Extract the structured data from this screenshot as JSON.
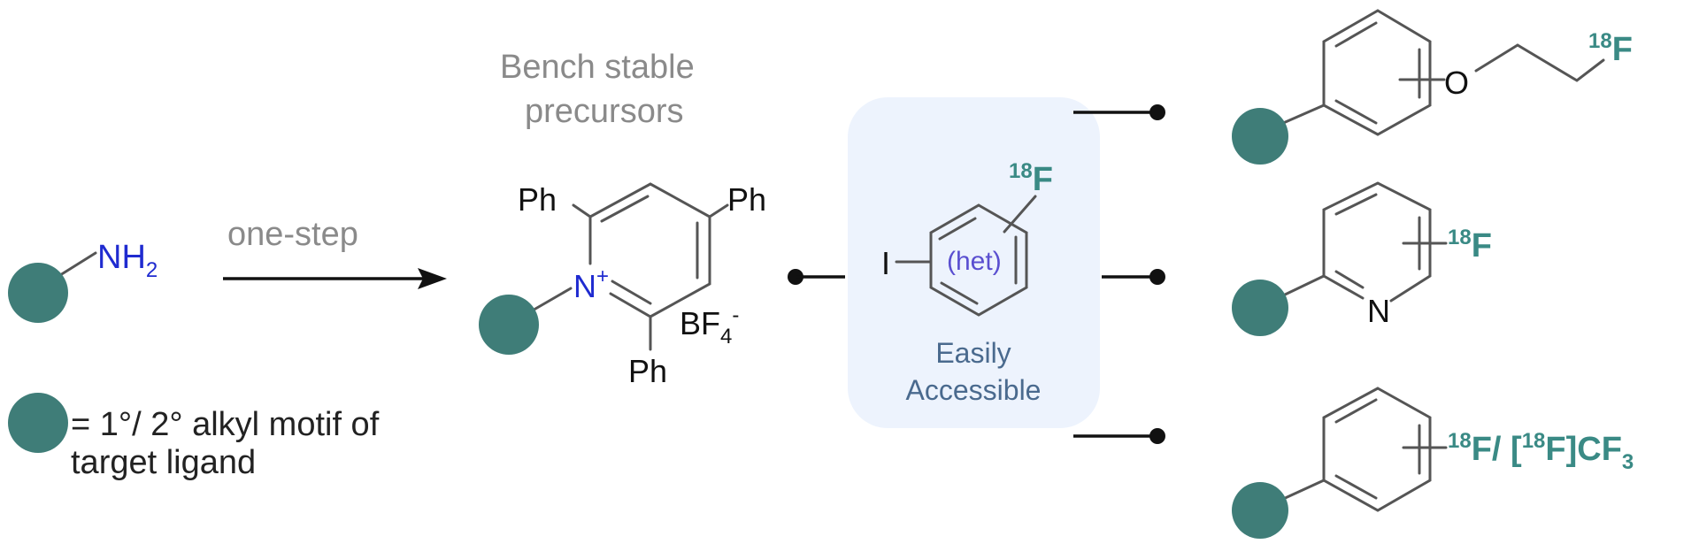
{
  "colors": {
    "motif": "#3f7d78",
    "isotope": "#3a8a85",
    "nitrogen": "#1f2bd0",
    "het": "#5a4fd0",
    "box": "#edf3fd",
    "caption": "#4a6a8e"
  },
  "reagent": {
    "amine_label": "NH",
    "amine_sub": "2"
  },
  "arrow_label": "one-step",
  "precursor": {
    "heading_line1": "Bench stable",
    "heading_line2": "precursors",
    "ph_top_left": "Ph",
    "ph_top_right": "Ph",
    "ph_bottom": "Ph",
    "n_label": "N",
    "n_charge": "+",
    "counterion": "BF",
    "counterion_sub": "4",
    "counterion_charge": "-"
  },
  "reagent_box": {
    "iodo": "I",
    "het": "(het)",
    "isotope": "18",
    "element": "F",
    "caption_line1": "Easily",
    "caption_line2": "Accessible"
  },
  "products": [
    {
      "o_label": "O",
      "isotope": "18",
      "element": "F"
    },
    {
      "n_label": "N",
      "isotope": "18",
      "element": "F"
    },
    {
      "isotope1": "18",
      "part1": "F/ [",
      "isotope2": "18",
      "part2": "F]CF",
      "sub": "3"
    }
  ],
  "legend": {
    "line1": "= 1°/ 2° alkyl motif of",
    "line2": "target ligand"
  }
}
